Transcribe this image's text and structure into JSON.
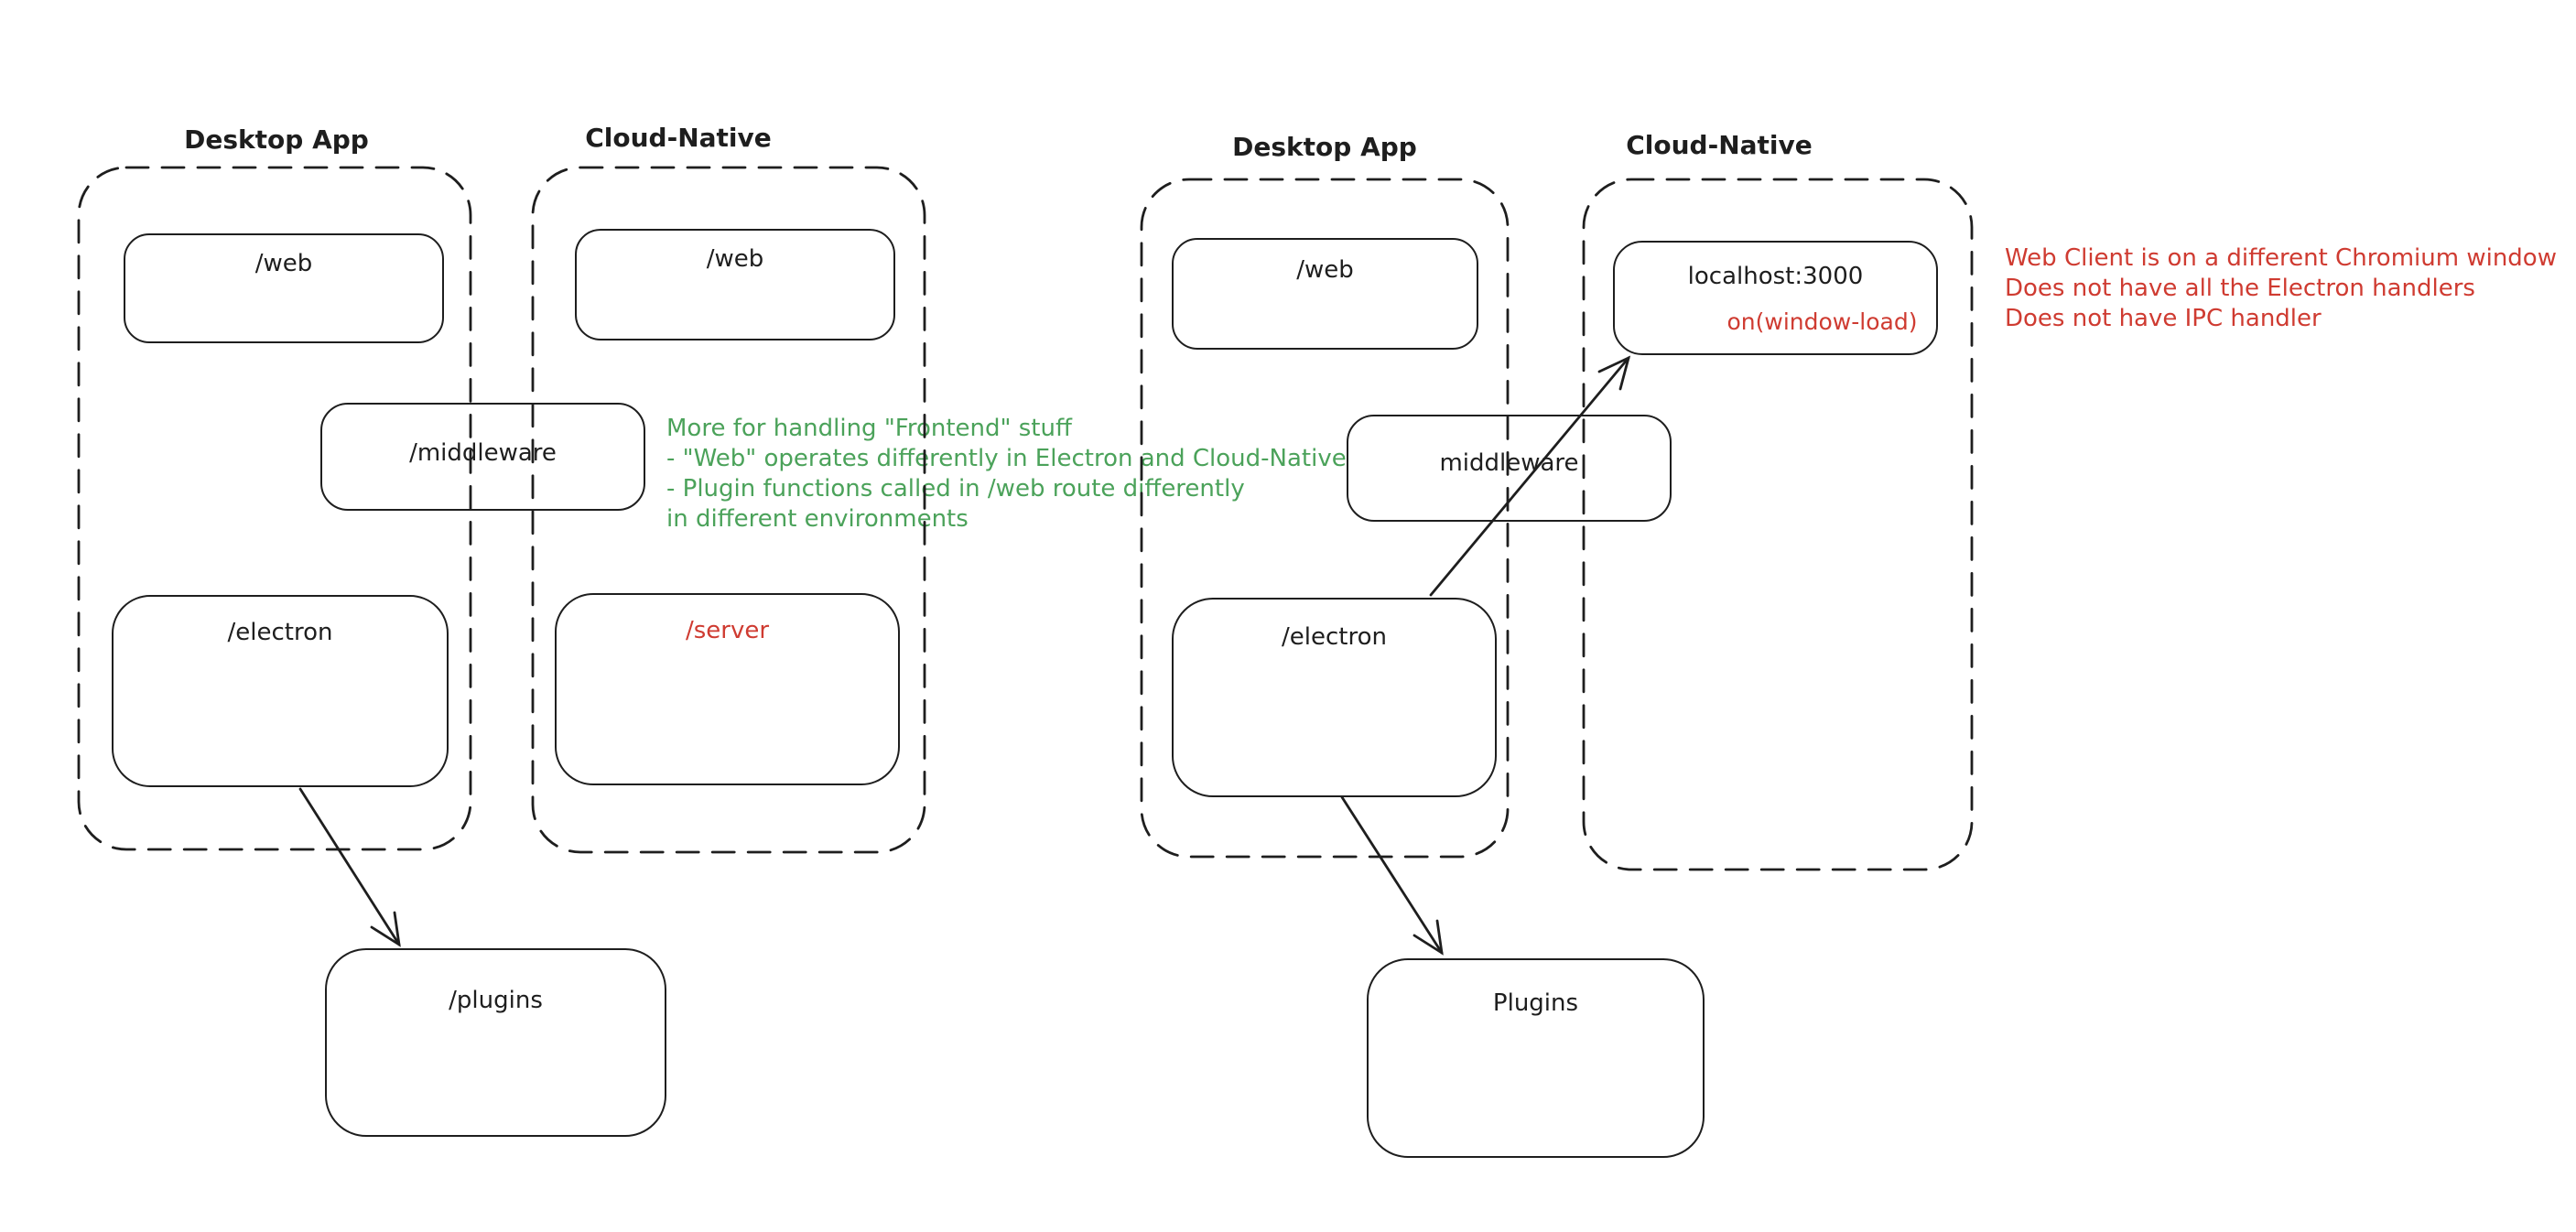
{
  "colors": {
    "ink": "#1e1e1e",
    "green": "#4ba25a",
    "red": "#cf3b31",
    "background": "#ffffff"
  },
  "left": {
    "desktop": {
      "title": "Desktop App",
      "web": "/web",
      "electron": "/electron"
    },
    "cloud": {
      "title": "Cloud-Native",
      "web": "/web",
      "server": "/server"
    },
    "middleware": "/middleware",
    "plugins": "/plugins",
    "green_note": {
      "line1": "More for handling \"Frontend\" stuff",
      "line2": "- \"Web\" operates differently in Electron and Cloud-Native",
      "line3": "- Plugin functions called in /web route differently",
      "line4": "in different environments"
    }
  },
  "right": {
    "desktop": {
      "title": "Desktop App",
      "web": "/web",
      "electron": "/electron"
    },
    "cloud": {
      "title": "Cloud-Native",
      "localhost_title": "localhost:3000",
      "localhost_event": "on(window-load)"
    },
    "middleware": "middleware",
    "plugins": "Plugins",
    "red_note": {
      "line1": "Web Client is on a different Chromium window",
      "line2": "Does not have all the Electron handlers",
      "line3": "Does not have IPC handler"
    }
  }
}
